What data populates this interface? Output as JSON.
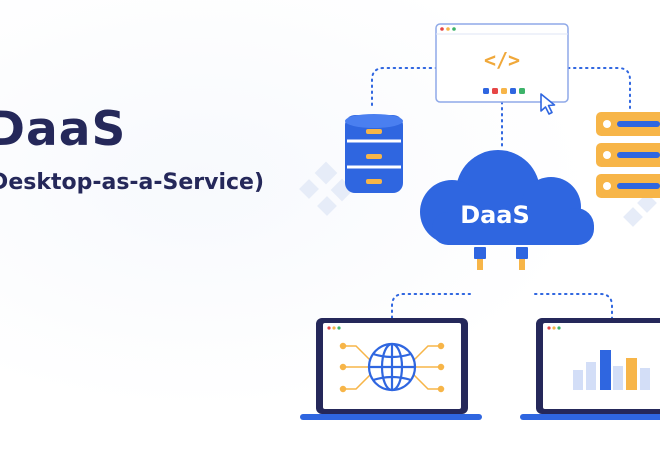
{
  "hero": {
    "title": "DaaS",
    "subtitle": "(Desktop-as-a-Service)"
  },
  "diagram": {
    "cloud_label": "DaaS",
    "code_symbol": "</>"
  },
  "colors": {
    "primary_blue": "#2f66e0",
    "navy": "#25285a",
    "accent_orange": "#f7b548",
    "dots": [
      "#2f66e0",
      "#e64646",
      "#f7b548",
      "#2f66e0",
      "#3db36a"
    ]
  },
  "icons": {
    "left_server": "database-stack-icon",
    "right_server": "server-rack-icon",
    "cursor": "mouse-pointer-icon",
    "globe": "globe-icon",
    "chart": "bar-chart-icon"
  }
}
